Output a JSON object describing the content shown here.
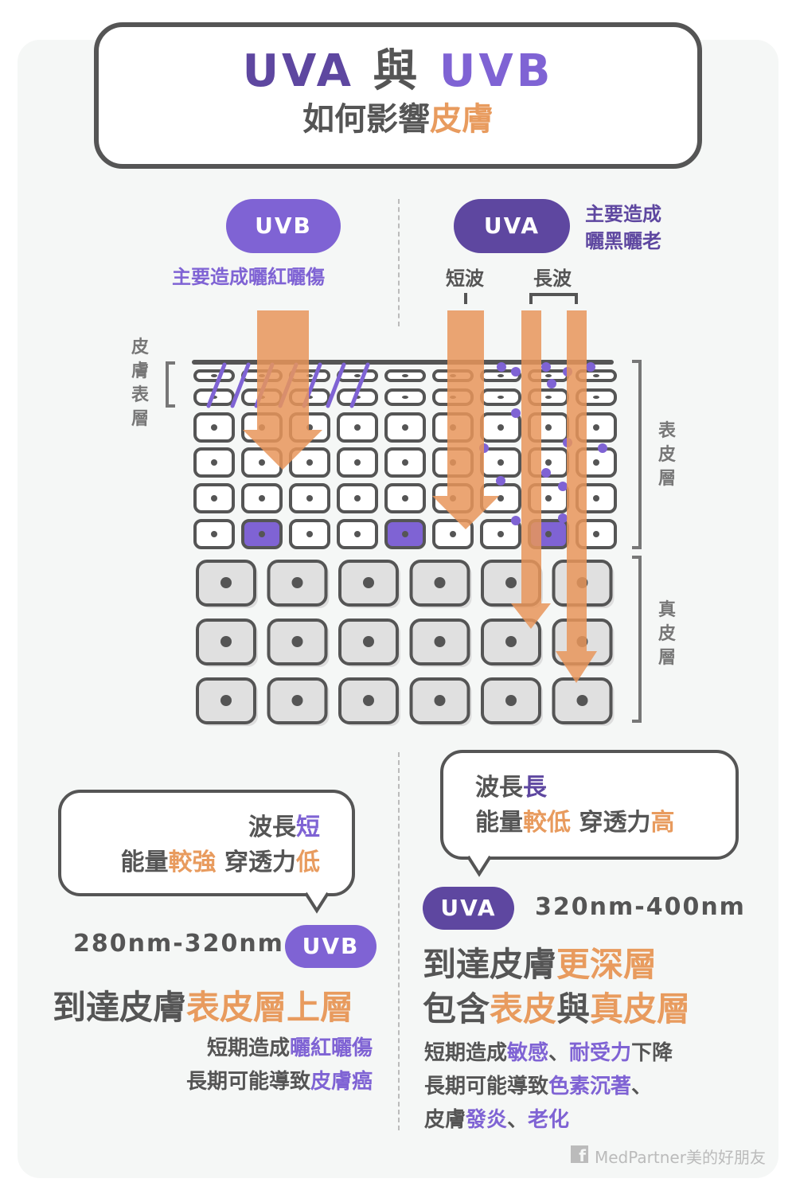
{
  "title": {
    "uva": "UVA",
    "and": "與",
    "uvb": "UVB",
    "line2_dark": "如何影響",
    "line2_orange": "皮膚"
  },
  "uvb": {
    "pill": "UVB",
    "caption": "主要造成曬紅曬傷"
  },
  "uva": {
    "pill": "UVA",
    "caption_line1": "主要造成",
    "caption_line2": "曬黑曬老",
    "short_wave": "短波",
    "long_wave": "長波"
  },
  "labels": {
    "epidermis_left": "皮膚表層",
    "epidermis_right": "表皮層",
    "dermis_right": "真皮層"
  },
  "uvb_info": {
    "bubble_l1_a": "波長",
    "bubble_l1_b": "短",
    "bubble_l2_a": "能量",
    "bubble_l2_b": "較強",
    "bubble_l2_c": " 穿透力",
    "bubble_l2_d": "低",
    "range": "280nm-320nm",
    "pill": "UVB",
    "headline_a": "到達皮膚",
    "headline_b": "表皮層上層",
    "l1_a": "短期造成",
    "l1_b": "曬紅曬傷",
    "l2_a": "長期可能導致",
    "l2_b": "皮膚癌"
  },
  "uva_info": {
    "bubble_l1_a": "波長",
    "bubble_l1_b": "長",
    "bubble_l2_a": "能量",
    "bubble_l2_b": "較低",
    "bubble_l2_c": " 穿透力",
    "bubble_l2_d": "高",
    "range": "320nm-400nm",
    "pill": "UVA",
    "h1_a": "到達皮膚",
    "h1_b": "更深層",
    "h2_a": "包含",
    "h2_b": "表皮",
    "h2_c": "與",
    "h2_d": "真皮層",
    "l1_a": "短期造成",
    "l1_b": "敏感",
    "l1_c": "、",
    "l1_d": "耐受力",
    "l1_e": "下降",
    "l2_a": "長期可能導致",
    "l2_b": "色素沉著",
    "l2_c": "、",
    "l3_a": "皮膚",
    "l3_b": "發炎",
    "l3_c": "、",
    "l3_d": "老化"
  },
  "footer": {
    "brand": "MedPartner美的好朋友",
    "icon": "facebook-icon"
  },
  "colors": {
    "dark_purple": "#5e47a0",
    "light_purple": "#7f63d4",
    "orange": "#e89b5e",
    "text": "#555555",
    "bg": "#f5f7f6"
  }
}
